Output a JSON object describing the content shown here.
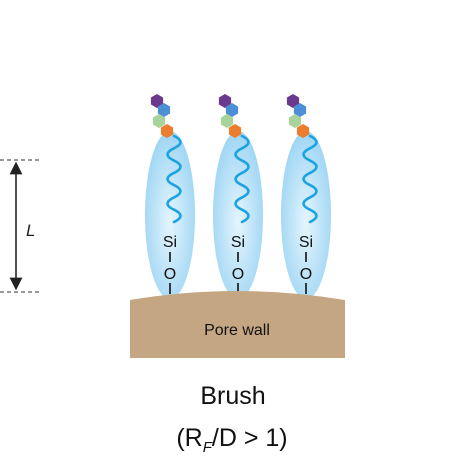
{
  "length_label": "L",
  "pore_wall_label": "Pore wall",
  "caption_title": "Brush",
  "caption_open": "(R",
  "caption_sub": "F",
  "caption_rest": "/D > 1)",
  "chain_labels": {
    "si": "Si",
    "o": "O"
  },
  "colors": {
    "halo": "#b9e1f7",
    "chain": "#1aa3e0",
    "wall": "#c4a782",
    "hexagon_purple": "#6b3a8e",
    "hexagon_blue": "#4d8fd6",
    "hexagon_green": "#a8d39a",
    "hexagon_orange": "#ec7d2d"
  }
}
